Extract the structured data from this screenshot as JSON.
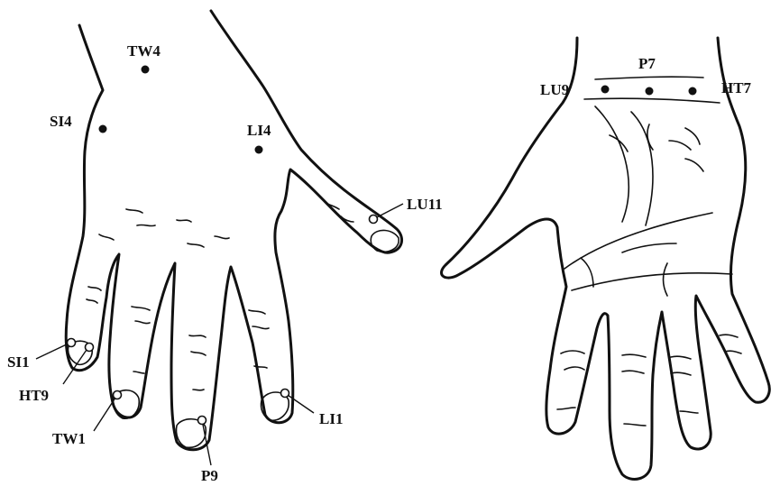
{
  "colors": {
    "ink": "#111111",
    "open_point_fill": "#ffffff",
    "background": "#ffffff"
  },
  "dorsal_hand": {
    "points": [
      {
        "id": "tw4",
        "label": "TW4",
        "marker": "filled"
      },
      {
        "id": "si4",
        "label": "SI4",
        "marker": "filled"
      },
      {
        "id": "li4",
        "label": "LI4",
        "marker": "filled"
      },
      {
        "id": "lu11",
        "label": "LU11",
        "marker": "open"
      },
      {
        "id": "si1",
        "label": "SI1",
        "marker": "open"
      },
      {
        "id": "ht9",
        "label": "HT9",
        "marker": "open"
      },
      {
        "id": "tw1",
        "label": "TW1",
        "marker": "open"
      },
      {
        "id": "p9",
        "label": "P9",
        "marker": "open"
      },
      {
        "id": "li1",
        "label": "LI1",
        "marker": "open"
      }
    ]
  },
  "palmar_hand": {
    "points": [
      {
        "id": "lu9",
        "label": "LU9",
        "marker": "filled"
      },
      {
        "id": "p7",
        "label": "P7",
        "marker": "filled"
      },
      {
        "id": "ht7",
        "label": "HT7",
        "marker": "filled"
      }
    ]
  }
}
